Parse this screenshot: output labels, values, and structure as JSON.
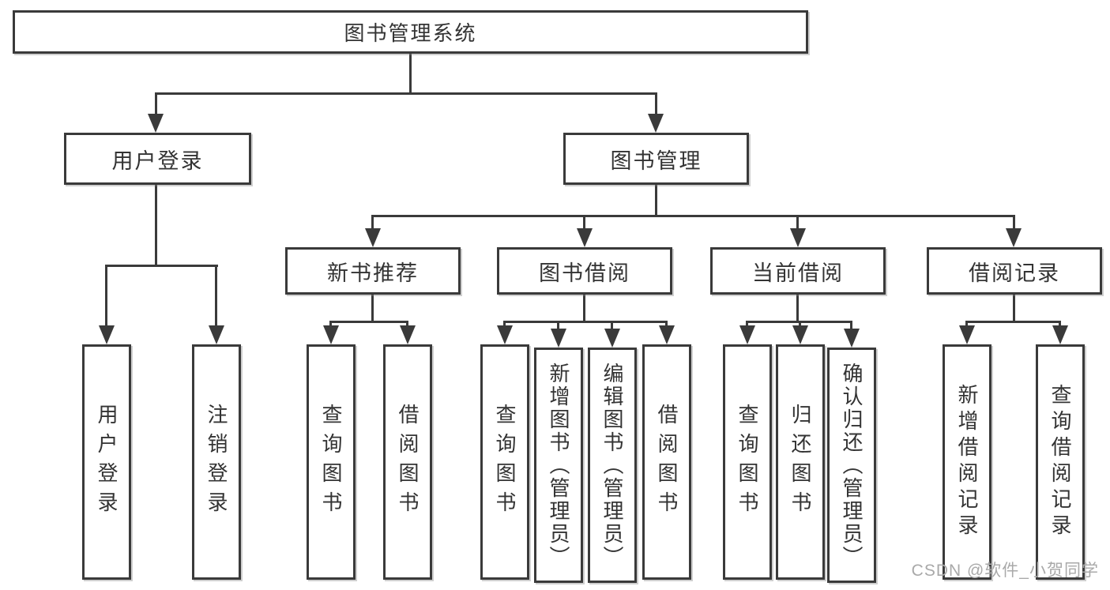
{
  "tree": {
    "label": "图书管理系统",
    "children": [
      {
        "label": "用户登录",
        "children": [
          {
            "label": "用户登录"
          },
          {
            "label": "注销登录"
          }
        ]
      },
      {
        "label": "图书管理",
        "children": [
          {
            "label": "新书推荐",
            "children": [
              {
                "label": "查询图书"
              },
              {
                "label": "借阅图书"
              }
            ]
          },
          {
            "label": "图书借阅",
            "children": [
              {
                "label": "查询图书"
              },
              {
                "label": "新增图书（管理员）"
              },
              {
                "label": "编辑图书（管理员）"
              },
              {
                "label": "借阅图书"
              }
            ]
          },
          {
            "label": "当前借阅",
            "children": [
              {
                "label": "查询图书"
              },
              {
                "label": "归还图书"
              },
              {
                "label": "确认归还（管理员）"
              }
            ]
          },
          {
            "label": "借阅记录",
            "children": [
              {
                "label": "新增借阅记录"
              },
              {
                "label": "查询借阅记录"
              }
            ]
          }
        ]
      }
    ]
  },
  "watermark": {
    "text": "CSDN @软件_小贺同学"
  },
  "colors": {
    "line": "#3a3a3a",
    "ink": "#333333",
    "background": "#ffffff",
    "watermark": "#a9a9a9"
  }
}
